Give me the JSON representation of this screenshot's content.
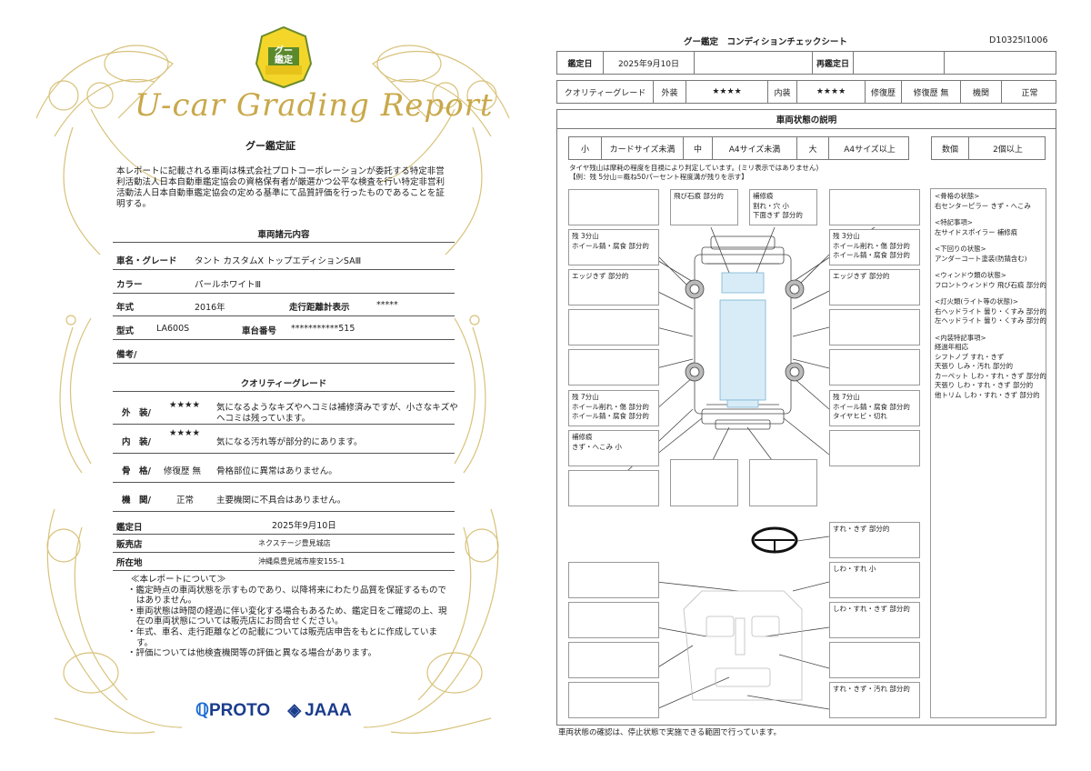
{
  "left": {
    "badge_text": "グー\n鑑定",
    "script_title": "U-car Grading Report",
    "heading": "グー鑑定証",
    "intro": "本レポートに記載される車両は株式会社プロトコーポレーションが委託する特定非営利活動法人日本自動車鑑定協会の資格保有者が厳選かつ公平な検査を行い特定非営利活動法人日本自動車鑑定協会の定める基準にて品質評価を行ったものであることを証明する。",
    "vehicle_section_title": "車両諸元内容",
    "vehicle": {
      "name_label": "車名・グレード",
      "name_value": "タント カスタムX トップエディションSAⅢ",
      "color_label": "カラー",
      "color_value": "パールホワイトⅢ",
      "year_label": "年式",
      "year_value": "2016年",
      "mileage_label": "走行距離計表示",
      "mileage_value": "*****",
      "model_label": "型式",
      "model_value": "LA600S",
      "chassis_label": "車台番号",
      "chassis_value": "***********515",
      "remarks_label": "備考/"
    },
    "quality_section_title": "クオリティーグレード",
    "quality": {
      "exterior_label": "外　装/",
      "exterior_stars": "★★★★",
      "exterior_comment_1": "気になるようなキズやヘコミは補修済みですが、小さなキズや",
      "exterior_comment_2": "ヘコミは残っています。",
      "interior_label": "内　装/",
      "interior_stars": "★★★★",
      "interior_comment": "気になる汚れ等が部分的にあります。",
      "frame_label": "骨　格/",
      "frame_value": "修復歴 無",
      "frame_comment": "骨格部位に異常はありません。",
      "engine_label": "機　関/",
      "engine_value": "正常",
      "engine_comment": "主要機関に不具合はありません。"
    },
    "appraisal_date_label": "鑑定日",
    "appraisal_date_value": "2025年9月10日",
    "dealer_label": "販売店",
    "dealer_value": "ネクステージ豊見城店",
    "address_label": "所在地",
    "address_value": "沖縄県豊見城市座安155-1",
    "notes_title": "≪本レポートについて≫",
    "notes": [
      "・鑑定時点の車両状態を示すものであり、以降将来にわたり品質を保証するものではありません。",
      "・車両状態は時間の経過に伴い変化する場合もあるため、鑑定日をご確認の上、現在の車両状態については販売店にお問合せください。",
      "・年式、車名、走行距離などの記載については販売店申告をもとに作成しています。",
      "・評価については他検査機関等の評価と異なる場合があります。"
    ],
    "logo_proto": "PROTO",
    "logo_jaaa": "JAAA"
  },
  "right": {
    "sheet_title": "グー鑑定　コンディションチェックシート",
    "doc_id": "D10325I1006",
    "date_label": "鑑定日",
    "date_value": "2025年9月10日",
    "reappraisal_label": "再鑑定日",
    "qg_label": "クオリティーグレード",
    "ext_label": "外装",
    "ext_stars": "★★★★",
    "int_label": "内装",
    "int_stars": "★★★★",
    "history_label": "修復歴",
    "history_value": "修復歴 無",
    "engine_label": "機関",
    "engine_value": "正常",
    "state_title": "車両状態の説明",
    "size_small": "小",
    "size_small_desc": "カードサイズ未満",
    "size_mid": "中",
    "size_mid_desc": "A4サイズ未満",
    "size_large": "大",
    "size_large_desc": "A4サイズ以上",
    "count_label": "数個",
    "count_desc": "2個以上",
    "tire_note_1": "タイヤ残山は摩耗の程度を目視により判定しています。(ミリ表示ではありません)",
    "tire_note_2": "【例：残 5分山＝概ね50パーセント程度溝が残りを示す】",
    "boxes": {
      "b_top2": "飛び石痕 部分的",
      "b_top3_1": "補修痕",
      "b_top3_2": "割れ・穴 小",
      "b_top3_3": "下面きず 部分的",
      "fl_1": "残 3分山",
      "fl_2": "ホイール錆・腐食 部分的",
      "fr_1": "残 3分山",
      "fr_2": "ホイール削れ・傷 部分的",
      "fr_3": "ホイール錆・腐食 部分的",
      "edge_l": "エッジきず 部分的",
      "edge_r": "エッジきず 部分的",
      "rl_1": "残 7分山",
      "rl_2": "ホイール削れ・傷 部分的",
      "rl_3": "ホイール錆・腐食 部分的",
      "rr_1": "残 7分山",
      "rr_2": "ホイール錆・腐食 部分的",
      "rr_3": "タイヤヒビ・切れ",
      "rear_1": "補修痕",
      "rear_2": "きず・へこみ 小",
      "wheel_box": "すれ・きず 部分的",
      "int_1": "しわ・すれ 小",
      "int_2": "しわ・すれ・きず 部分的",
      "int_3": "すれ・きず・汚れ 部分的"
    },
    "summary": [
      [
        "<骨格の状態>",
        "右センターピラー きず・へこみ"
      ],
      [
        "<特記事項>",
        "左サイドスポイラー 補修痕"
      ],
      [
        "<下回りの状態>",
        "アンダーコート塗装(防錆含む)"
      ],
      [
        "<ウィンドウ類の状態>",
        "フロントウィンドウ 飛び石痕 部分的"
      ],
      [
        "<灯火類(ライト等の状態)>",
        "右ヘッドライト 曇り・くすみ 部分的",
        "左ヘッドライト 曇り・くすみ 部分的"
      ],
      [
        "<内装特記事項>",
        "経過年相応",
        "シフトノブ すれ・きず",
        "天張り しみ・汚れ 部分的",
        "カーペット しわ・すれ・きず 部分的",
        "天張り しわ・すれ・きず 部分的",
        "他トリム しわ・すれ・きず 部分的"
      ]
    ],
    "footer_note": "車両状態の確認は、停止状態で実施できる範囲で行っています。"
  }
}
